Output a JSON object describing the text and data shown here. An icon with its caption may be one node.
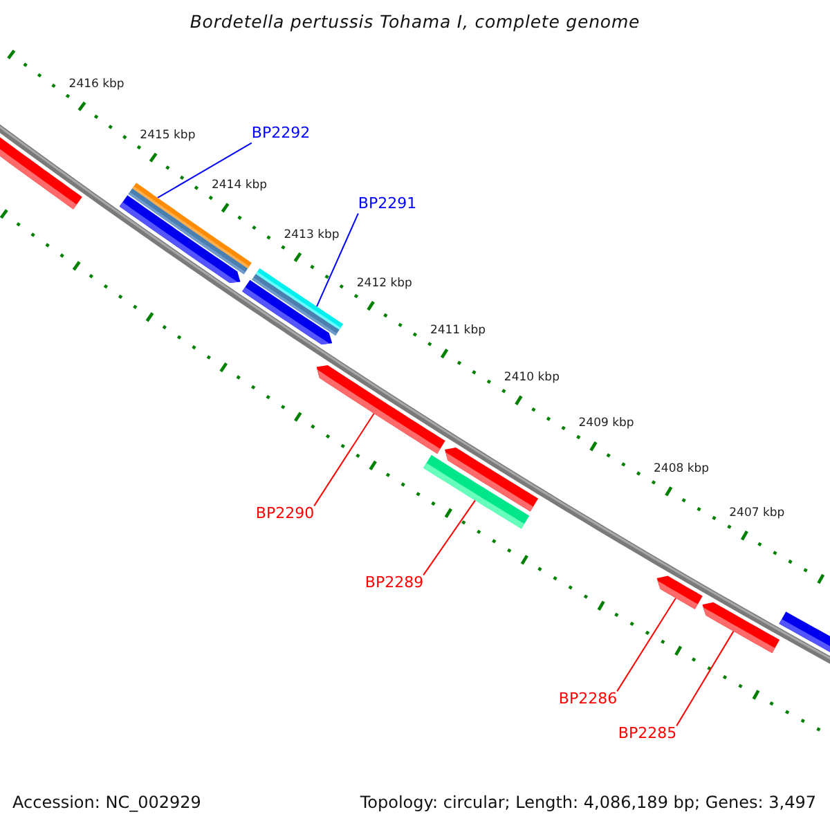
{
  "diagram": {
    "title": "Bordetella pertussis Tohama I, complete genome",
    "nodes": [
      {
        "text": [
          "BP2292"
        ]
      },
      {
        "text": [
          "BP2291"
        ]
      },
      {
        "text": [],
        "shape": "arrow"
      },
      {
        "text": [],
        "shape": "bar"
      },
      {
        "text": [],
        "shape": "bar"
      },
      {
        "text": [],
        "shape": "arrow"
      },
      {
        "text": [],
        "shape": "bar"
      },
      {
        "text": [],
        "shape": "bar"
      },
      {
        "text": [],
        "shape": "arrow"
      },
      {
        "text": [],
        "shape": "arrow"
      },
      {
        "text": [],
        "shape": "arrow"
      },
      {
        "text": [],
        "shape": "bar"
      },
      {
        "text": [],
        "shape": "arrow"
      },
      {
        "text": [],
        "shape": "arrow"
      },
      {
        "text": [],
        "shape": "arrow"
      },
      {
        "text": [
          "BP2290"
        ]
      },
      {
        "text": [
          "BP2289"
        ]
      },
      {
        "text": [
          "BP2286"
        ]
      },
      {
        "text": [
          "BP2285"
        ]
      }
    ],
    "edges": [
      {
        "from": 0,
        "to": 3,
        "arrow": "none",
        "color": "#0000ff"
      },
      {
        "from": 1,
        "to": 6,
        "arrow": "none",
        "color": "#0000ff"
      },
      {
        "from": 15,
        "to": 9,
        "arrow": "none"
      },
      {
        "from": 16,
        "to": 11,
        "arrow": "none"
      },
      {
        "from": 17,
        "to": 12,
        "arrow": "none"
      },
      {
        "from": 18,
        "to": 13,
        "arrow": "none"
      }
    ],
    "labels": [
      "2416 kbp",
      "2415 kbp",
      "2414 kbp",
      "2413 kbp",
      "2412 kbp",
      "2411 kbp",
      "2410 kbp",
      "2409 kbp",
      "2408 kbp",
      "2407 kbp",
      "Accession: NC_002929",
      "Topology: circular; Length: 4,086,189 bp; Genes: 3,497"
    ]
  }
}
